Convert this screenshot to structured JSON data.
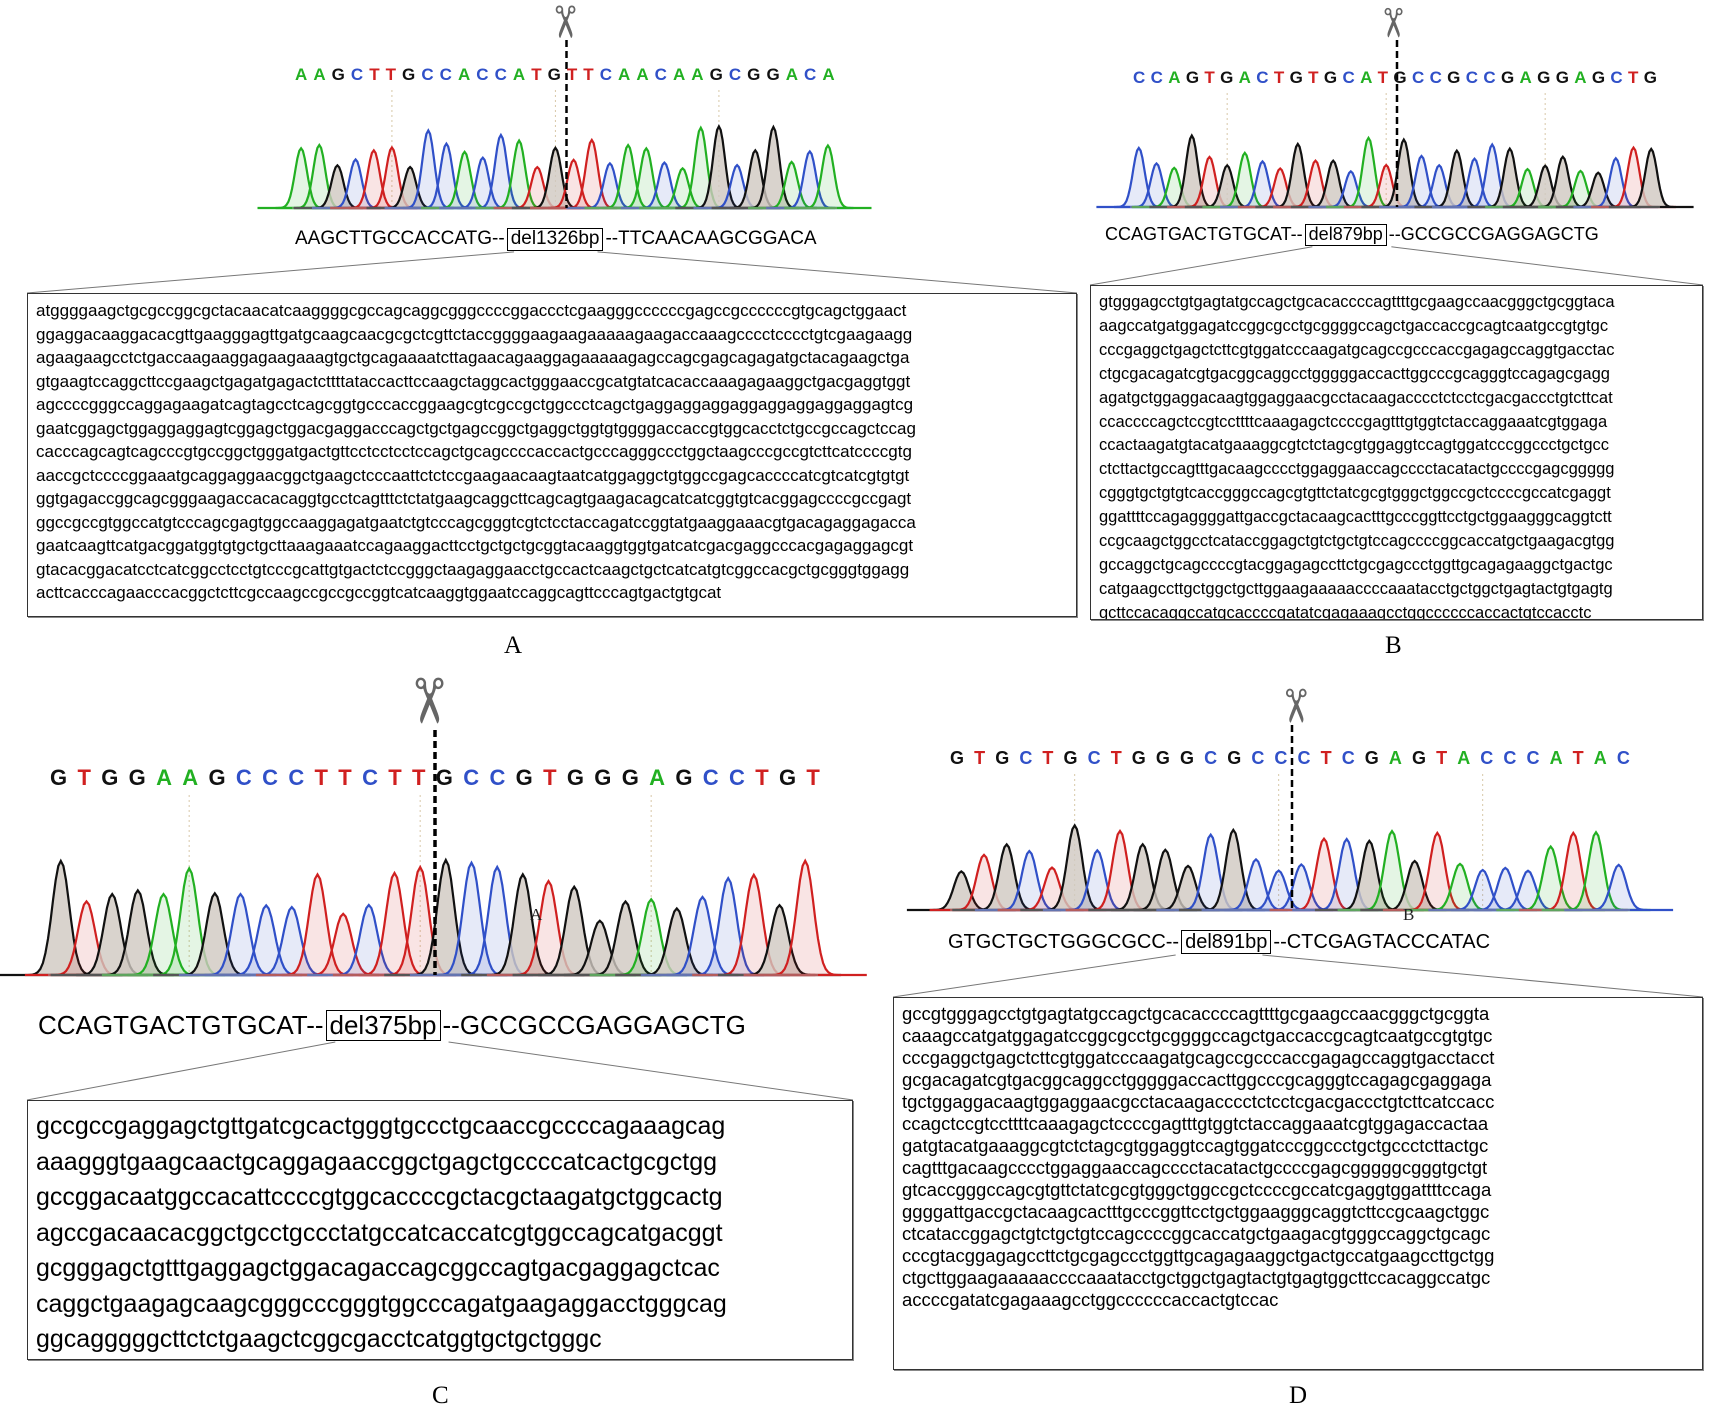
{
  "base_colors": {
    "A": "#22b022",
    "C": "#3050c8",
    "G": "#111111",
    "T": "#d02020"
  },
  "panels": [
    {
      "label": "A",
      "bases": "AAGCTTGCCACCATGTTCAACAAGCGGACA",
      "cut_after": 15,
      "summary": {
        "left": "AAGCTTGCCACCATG--",
        "deletion": "del1326bp",
        "right": "--TTCAACAAGCGGACA"
      },
      "peak_annotation": "",
      "sequence": [
        "atggggaagctgcgccggcgctacaacatcaaggggcgccagcaggcgggccccggaccctcgaagggccccccgagccgccccccgtgcagctggaact",
        "ggaggacaaggacacgttgaagggagttgatgcaagcaacgcgctcgttctaccggggaagaagaaaaagaagaccaaagcccctcccctgtcgaagaagg",
        "agaagaagcctctgaccaagaaggagaagaaagtgctgcagaaaatcttagaacagaaggagaaaaagagccagcgagcagagatgctacagaagctga",
        "gtgaagtccaggcttccgaagctgagatgagactcttttataccacttccaagctaggcactgggaaccgcatgtatcacaccaaagagaaggctgacgaggtggt",
        "agccccgggccaggagaagatcagtagcctcagcggtgcccaccggaagcgtcgccgctggccctcagctgaggaggaggaggaggaggaggaggagtcg",
        "gaatcggagctggaggaggagtcggagctggacgaggacccagctgctgagccggctgaggctggtgtggggaccaccgtggcacctctgccgccagctccag",
        "cacccagcagtcagcccgtgccggctgggatgactgttcctcctcctccagctgcagccccaccactgcccagggccctggctaagcccgccgtcttcatccccgtg",
        "aaccgctccccggaaatgcaggaggaacggctgaagctcccaattctctccgaagaacaagtaatcatggaggctgtggccgagcaccccatcgtcatcgtgtgt",
        "ggtgagaccggcagcgggaagaccacacaggtgcctcagtttctctatgaagcaggcttcagcagtgaagacagcatcatcggtgtcacggagccccgccgagt",
        "ggccgccgtggccatgtcccagcgagtggccaaggagatgaatctgtcccagcgggtcgtctcctaccagatccggtatgaaggaaacgtgacagaggagacca",
        "gaatcaagttcatgacggatggtgtgctgcttaaagaaatccagaaggacttcctgctgctgcggtacaaggtggtgatcatcgacgaggcccacgagaggagcgt",
        "gtacacggacatcctcatcggcctcctgtcccgcattgtgactctccgggctaagaggaacctgccactcaagctgctcatcatgtcggccacgctgcgggtggagg",
        "acttcacccagaacccacggctcttcgccaagccgccgccggtcatcaaggtggaatccaggcagttcccagtgactgtgcat"
      ]
    },
    {
      "label": "B",
      "bases": "CCAGTGACTGTGCATGCCGCCGAGGAGCTG",
      "cut_after": 15,
      "summary": {
        "left": "CCAGTGACTGTGCAT--",
        "deletion": "del879bp",
        "right": "--GCCGCCGAGGAGCTG"
      },
      "peak_annotation": "",
      "sequence": [
        "gtgggagcctgtgagtatgccagctgcacaccccagttttgcgaagccaacgggctgcggtaca",
        "aagccatgatggagatccggcgcctgcggggccagctgaccaccgcagtcaatgccgtgtgc",
        "cccgaggctgagctcttcgtggatcccaagatgcagccgcccaccgagagccaggtgacctac",
        "ctgcgacagatcgtgacggcaggcctgggggaccacttggcccgcagggtccagagcgagg",
        "agatgctggaggacaagtggaggaacgcctacaagacccctctcctcgacgaccctgtcttcat",
        "ccaccccagctccgtccttttcaaagagctccccgagtttgtggtctaccaggaaatcgtggaga",
        "ccactaagatgtacatgaaaggcgtctctagcgtggaggtccagtggatcccggccctgctgcc",
        "ctcttactgccagtttgacaagcccctggaggaaccagcccctacatactgccccgagcggggg",
        "cgggtgctgtgtcaccgggccagcgtgttctatcgcgtgggctggccgctccccgccatcgaggt",
        "ggattttccagaggggattgaccgctacaagcactttgcccggttcctgctggaagggcaggtctt",
        "ccgcaagctggcctcataccggagctgtctgctgtccagccccggcaccatgctgaagacgtgg",
        "gccaggctgcagccccgtacggagagccttctgcgagccctggttgcagagaaggctgactgc",
        "catgaagccttgctggctgcttggaagaaaaaccccaaatacctgctggctgagtactgtgagtg",
        "gcttccacaggccatgcaccccgatatcgagaaagcctggccccccaccactgtccacctc"
      ]
    },
    {
      "label": "C",
      "bases": "GTGGAAGCCCTTCTTGCCGTGGGAGCCTGT",
      "cut_after": 15,
      "summary": {
        "left": "CCAGTGACTGTGCAT--",
        "deletion": "del375bp",
        "right": "--GCCGCCGAGGAGCTG"
      },
      "peak_annotation": "A",
      "sequence": [
        "gccgccgaggagctgttgatcgcactgggtgccctgcaaccgccccagaaagcag",
        "aaagggtgaagcaactgcaggagaaccggctgagctgccccatcactgcgctgg",
        "gccggacaatggccacattccccgtggcaccccgctacgctaagatgctggcactg",
        "agccgacaacacggctgcctgccctatgccatcaccatcgtggccagcatgacggt",
        "gcgggagctgtttgaggagctggacagaccagcggccagtgacgaggagctcac",
        "caggctgaagagcaagcgggcccgggtggcccagatgaagaggacctgggcag",
        "ggcagggggcttctctgaagctcggcgacctcatggtgctgctgggc"
      ]
    },
    {
      "label": "D",
      "bases": "GTGCTGCTGGGCGCCCTCGAGTACCCATAC",
      "cut_after": 15,
      "summary": {
        "left": "GTGCTGCTGGGCGCC--",
        "deletion": "del891bp",
        "right": "--CTCGAGTACCCATAC"
      },
      "peak_annotation": "B",
      "sequence": [
        "gccgtgggagcctgtgagtatgccagctgcacaccccagttttgcgaagccaacgggctgcggta",
        "caaagccatgatggagatccggcgcctgcggggccagctgaccaccgcagtcaatgccgtgtgc",
        "cccgaggctgagctcttcgtggatcccaagatgcagccgcccaccgagagccaggtgacctacct",
        "gcgacagatcgtgacggcaggcctgggggaccacttggcccgcagggtccagagcgaggaga",
        "tgctggaggacaagtggaggaacgcctacaagacccctctcctcgacgaccctgtcttcatccacc",
        "ccagctccgtccttttcaaagagctccccgagtttgtggtctaccaggaaatcgtggagaccactaa",
        "gatgtacatgaaaggcgtctctagcgtggaggtccagtggatcccggccctgctgccctcttactgc",
        "cagtttgacaagcccctggaggaaccagcccctacatactgccccgagcgggggcgggtgctgt",
        "gtcaccgggccagcgtgttctatcgcgtgggctggccgctccccgccatcgaggtggattttccaga",
        "ggggattgaccgctacaagcactttgcccggttcctgctggaagggcaggtcttccgcaagctggc",
        "ctcataccggagctgtctgctgtccagccccggcaccatgctgaagacgtgggccaggctgcagc",
        "cccgtacggagagccttctgcgagccctggttgcagagaaggctgactgccatgaagccttgctgg",
        "ctgcttggaagaaaaaccccaaatacctgctggctgagtactgtgagtggcttccacaggccatgc",
        "accccgatatcgagaaagcctggccccccaccactgtccac"
      ]
    }
  ]
}
